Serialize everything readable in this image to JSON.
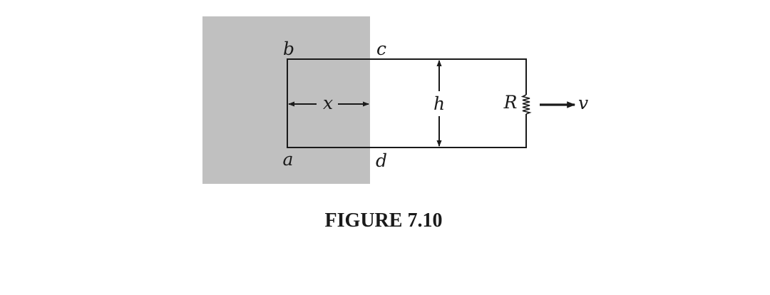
{
  "figure": {
    "caption": "FIGURE 7.10",
    "labels": {
      "b": "b",
      "c": "c",
      "a": "a",
      "d": "d",
      "x": "x",
      "h": "h",
      "R": "R",
      "v": "v"
    },
    "colors": {
      "field_region": "#c0c0c0",
      "ink": "#1a1a1a"
    }
  }
}
